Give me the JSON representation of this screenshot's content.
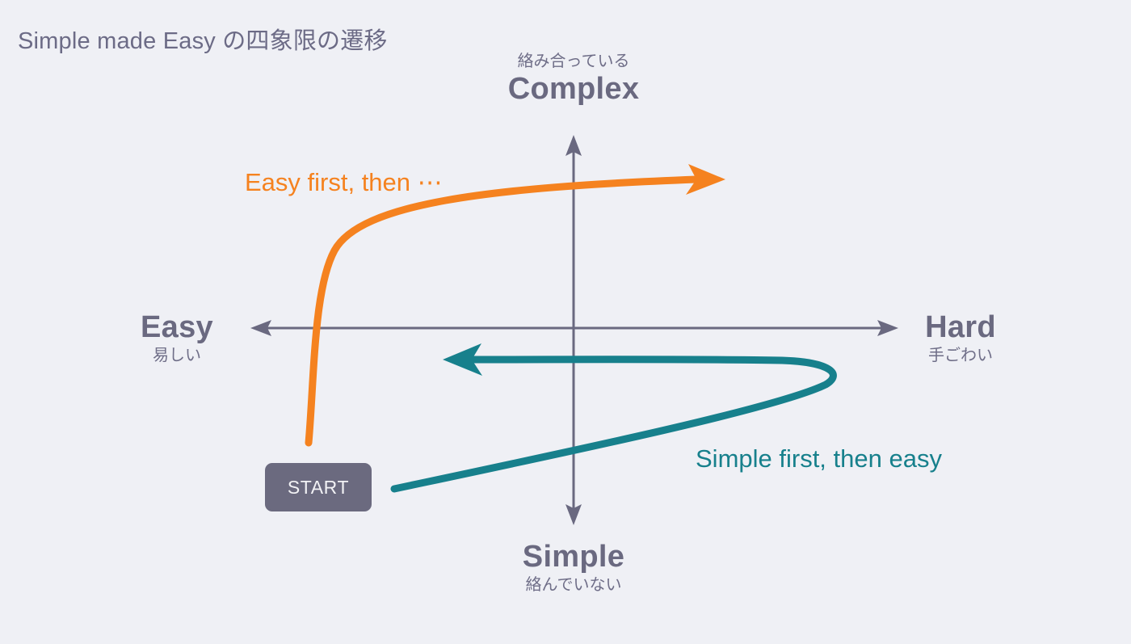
{
  "slide": {
    "title": "Simple made Easy の四象限の遷移",
    "background_color": "#eff0f5"
  },
  "axes": {
    "vertical_top": {
      "sub": "絡み合っている",
      "main": "Complex"
    },
    "vertical_bottom": {
      "sub": "絡んでいない",
      "main": "Simple"
    },
    "horizontal_left": {
      "main": "Easy",
      "sub": "易しい"
    },
    "horizontal_right": {
      "main": "Hard",
      "sub": "手ごわい"
    },
    "axis_color": "#6a6980"
  },
  "nodes": {
    "start": {
      "label": "START",
      "fill": "#6b6a7f",
      "text_color": "#f2f2f5"
    }
  },
  "paths": {
    "orange": {
      "label": "Easy first, then ⋯",
      "color": "#f5821f",
      "start_point": [
        382,
        548
      ],
      "end_point": [
        898,
        222
      ],
      "direction": "from Easy/Simple quadrant up into Hard/Complex quadrant"
    },
    "teal": {
      "label": "Simple first, then easy",
      "color": "#17808c",
      "start_point": [
        488,
        605
      ],
      "turn_point": [
        1030,
        475
      ],
      "end_point": [
        548,
        445
      ],
      "direction": "from Easy/Simple quadrant right then looping back to Easy/Complex side"
    }
  },
  "chart_data": {
    "type": "scatter",
    "title": "Simple made Easy の四象限の遷移",
    "xlabel": "Easy ↔ Hard",
    "ylabel": "Simple ↔ Complex",
    "quadrant_axes": {
      "x_left": "Easy",
      "x_right": "Hard",
      "y_top": "Complex",
      "y_bottom": "Simple"
    },
    "series": [
      {
        "name": "Easy first, then ⋯",
        "color": "#f5821f",
        "points": [
          [
            382,
            548
          ],
          [
            392,
            430
          ],
          [
            404,
            330
          ],
          [
            470,
            280
          ],
          [
            620,
            248
          ],
          [
            760,
            232
          ],
          [
            880,
            222
          ]
        ]
      },
      {
        "name": "Simple first, then easy",
        "color": "#17808c",
        "points": [
          [
            488,
            605
          ],
          [
            700,
            556
          ],
          [
            900,
            508
          ],
          [
            1020,
            470
          ],
          [
            1015,
            452
          ],
          [
            850,
            447
          ],
          [
            560,
            445
          ]
        ]
      }
    ],
    "annotations": [
      {
        "text": "START",
        "at": [
          394,
          603
        ]
      },
      {
        "text": "Easy first, then ⋯",
        "at": [
          303,
          232
        ]
      },
      {
        "text": "Simple first, then easy",
        "at": [
          861,
          574
        ]
      }
    ],
    "grid": false,
    "legend": "none"
  }
}
